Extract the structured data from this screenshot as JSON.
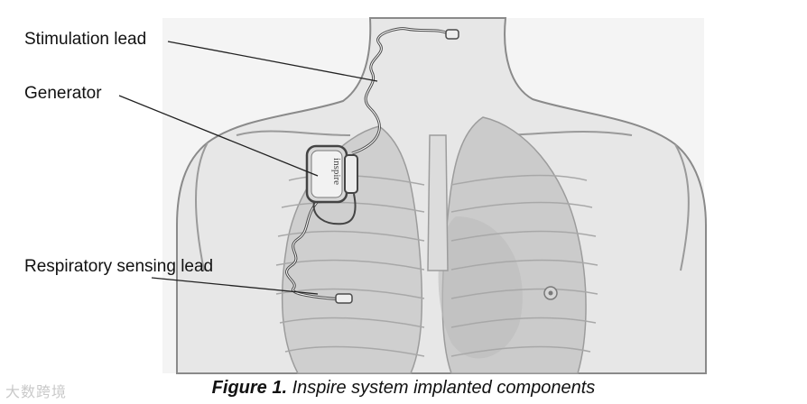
{
  "callouts": {
    "stimulation_lead": "Stimulation lead",
    "generator": "Generator",
    "respiratory_sensing_lead": "Respiratory sensing lead"
  },
  "device": {
    "brand_text": "inspire"
  },
  "caption": {
    "label": "Figure 1.",
    "text": "Inspire system implanted components"
  },
  "watermark": {
    "text": "大数跨境"
  },
  "colors": {
    "body_fill": "#e6e6e6",
    "lung_fill": "#c9c9c9",
    "outline": "#7a7a7a",
    "device": "#4a4a4a"
  }
}
